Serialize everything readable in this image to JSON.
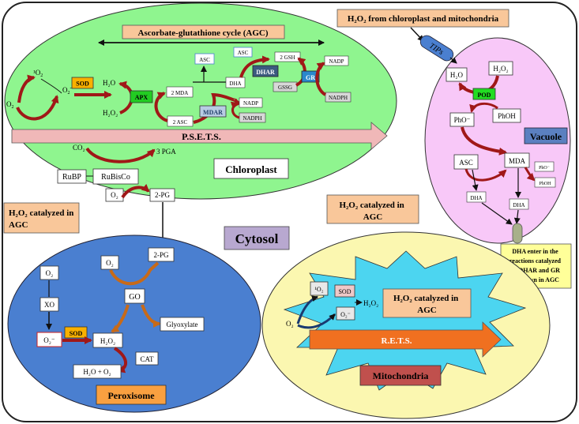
{
  "colors": {
    "chloroplast": "#8ff58f",
    "vacuole": "#f8c8f8",
    "peroxisome": "#4a7fd0",
    "mitochondria_outer": "#fbf7b0",
    "mitochondria_star": "#4cd5f0",
    "arrow_red": "#a01818",
    "arrow_brown": "#c86a18",
    "label_orange": "#f9c79a",
    "pink_arrow": "#f0b8b8",
    "sod": "#f9b000",
    "apx": "#22cc22",
    "dhar": "#3c5a80",
    "gr": "#2a88cc",
    "mdar": "#b8cce4",
    "pod": "#22dd22",
    "vacuole_label": "#5b80c0",
    "cytosol_label": "#b8a8d0",
    "mito_label": "#c0504d",
    "perox_label": "#f9a040",
    "ret": "#f07020",
    "note_yellow": "#ffff99"
  },
  "chloroplast": {
    "label": "Chloroplast",
    "agc_title": "Ascorbate-glutathione cycle (AGC)",
    "psets": "P.S.E.T.S.",
    "singlet_o2": "¹O",
    "singlet_o2_sub": "2",
    "o2": "O",
    "o2_sub": "2",
    "superoxide": "O",
    "superoxide_sub": "2",
    "superoxide_sup": "-",
    "sod": "SOD",
    "h2o": "H₂O",
    "h2o2": "H₂O₂",
    "apx": "APX",
    "mda2": "2 MDA",
    "asc2": "2 ASC",
    "asc_top": "ASC",
    "asc_box": "ASC",
    "dha": "DHA",
    "dhar": "DHAR",
    "gsh2": "2 GSH",
    "gssg": "GSSG",
    "gr": "GR",
    "nadp_top": "NADP",
    "nadph_top": "NADPH",
    "mdar": "MDAR",
    "nadp_mid": "NADP",
    "nadph_mid": "NADPH",
    "co2": "CO₂",
    "pga3": "3 PGA",
    "rubp": "RuBP",
    "rubisco": "RuBisCo",
    "o2_box": "O₂",
    "pg2": "2-PG"
  },
  "vacuole": {
    "label": "Vacuole",
    "tips": "TIPs",
    "h2o": "H₂O",
    "h2o2": "H₂O₂",
    "pod": "POD",
    "pho_minus": "PhO⁻",
    "phoh": "PhOH",
    "asc": "ASC",
    "mda": "MDA",
    "pho_small": "PhO⁻",
    "phoh_small": "PhOH",
    "dha_left": "DHA",
    "dha_right": "DHA"
  },
  "header_label": "H₂O₂ from chloroplast and mitochondria",
  "left_label_line1": "H₂O₂ catalyzed in",
  "left_label_line2": "AGC",
  "center_label_line1": "H₂O₂ catalyzed in",
  "center_label_line2": "AGC",
  "cytosol_label": "Cytosol",
  "dha_note": [
    "DHA enter in the",
    "reactions catalyzed",
    "by DHAR and GR",
    "as shown in AGC"
  ],
  "peroxisome": {
    "label": "Peroxisome",
    "o2_top": "O₂",
    "pg2": "2-PG",
    "o2_left": "O₂",
    "xo": "XO",
    "superoxide": "O₂⁻",
    "sod": "SOD",
    "go": "GO",
    "glyoxylate": "Glyoxylate",
    "h2o2": "H₂O₂",
    "cat": "CAT",
    "h2o_o2": "H₂O + O₂"
  },
  "mitochondria": {
    "label": "Mitochondria",
    "singlet_o2": "¹O₂",
    "sod": "SOD",
    "superoxide": "O₂⁻",
    "h2o2": "H₂O₂",
    "o2": "O₂",
    "agc_line1": "H₂O₂ catalyzed in",
    "agc_line2": "AGC",
    "rets": "R.E.T.S."
  }
}
